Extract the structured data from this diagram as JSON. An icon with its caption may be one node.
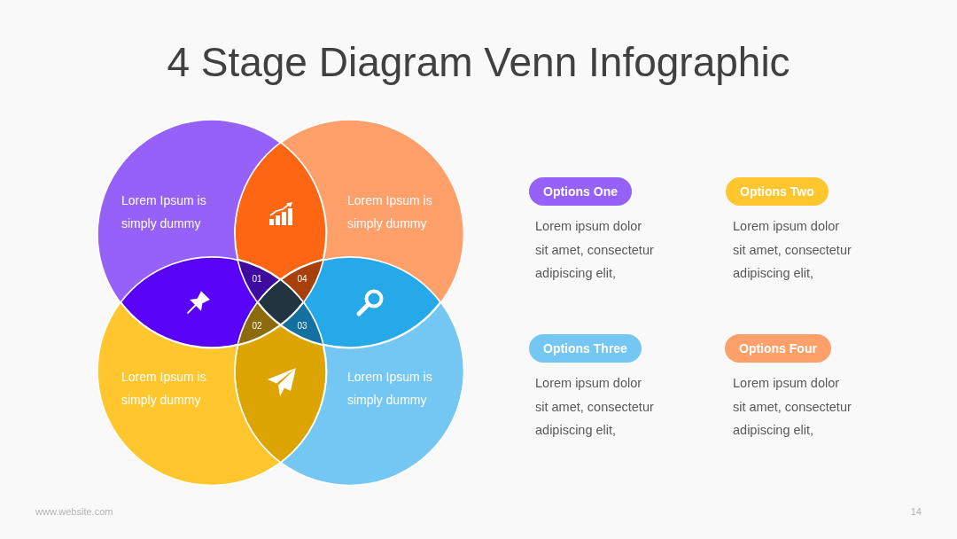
{
  "diagram": {
    "title": "4 Stage Diagram Venn Infographic",
    "nodes": [
      {
        "text": [
          "Lorem Ipsum is simply dummy"
        ]
      },
      {
        "text": [
          "Lorem Ipsum is simply dummy"
        ]
      },
      {
        "text": [
          "01"
        ]
      },
      {
        "text": [
          "04"
        ]
      },
      {
        "text": [
          "02"
        ]
      },
      {
        "text": [
          "03"
        ]
      },
      {
        "text": [
          "Lorem Ipsum is simply dummy"
        ]
      },
      {
        "text": [
          "Lorem Ipsum is simply dummy"
        ]
      },
      {
        "text": [
          "Options One"
        ],
        "beside": [
          "Lorem ipsum dolor sit amet, consectetur adipiscing elit,"
        ]
      },
      {
        "text": [
          "Options Two"
        ],
        "beside": [
          "Lorem ipsum dolor sit amet, consectetur adipiscing elit,"
        ]
      },
      {
        "text": [
          "Options Three"
        ],
        "beside": [
          "Lorem ipsum dolor sit amet, consectetur adipiscing elit,"
        ]
      },
      {
        "text": [
          "Options Four"
        ],
        "beside": [
          "Lorem ipsum dolor sit amet, consectetur adipiscing elit,"
        ]
      }
    ],
    "labels": [
      "www.website.com",
      "14"
    ]
  }
}
